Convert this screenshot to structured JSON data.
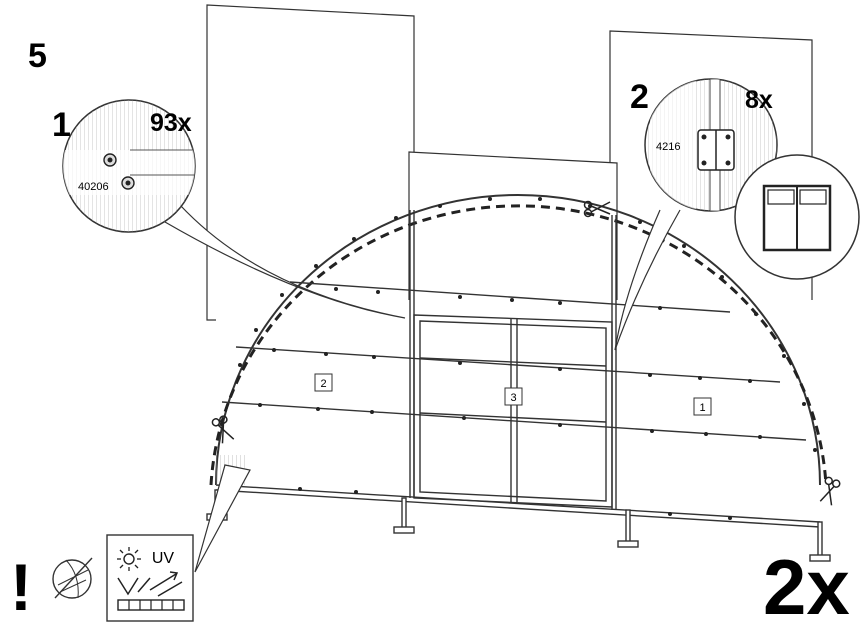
{
  "step": {
    "number": "5"
  },
  "callout_1": {
    "label": "1",
    "quantity": "93x",
    "part_code": "40206"
  },
  "callout_2": {
    "label": "2",
    "quantity": "8x",
    "part_code": "4216"
  },
  "panels": {
    "left": "2",
    "center": "3",
    "right": "1"
  },
  "multiplier": "2x",
  "warning": {
    "exclamation": "!",
    "uv_label": "UV"
  },
  "icons": [
    "scissors-icon",
    "sun-icon",
    "no-cutting-icon",
    "uv-side-up-icon",
    "door-icon",
    "hinge-icon"
  ]
}
